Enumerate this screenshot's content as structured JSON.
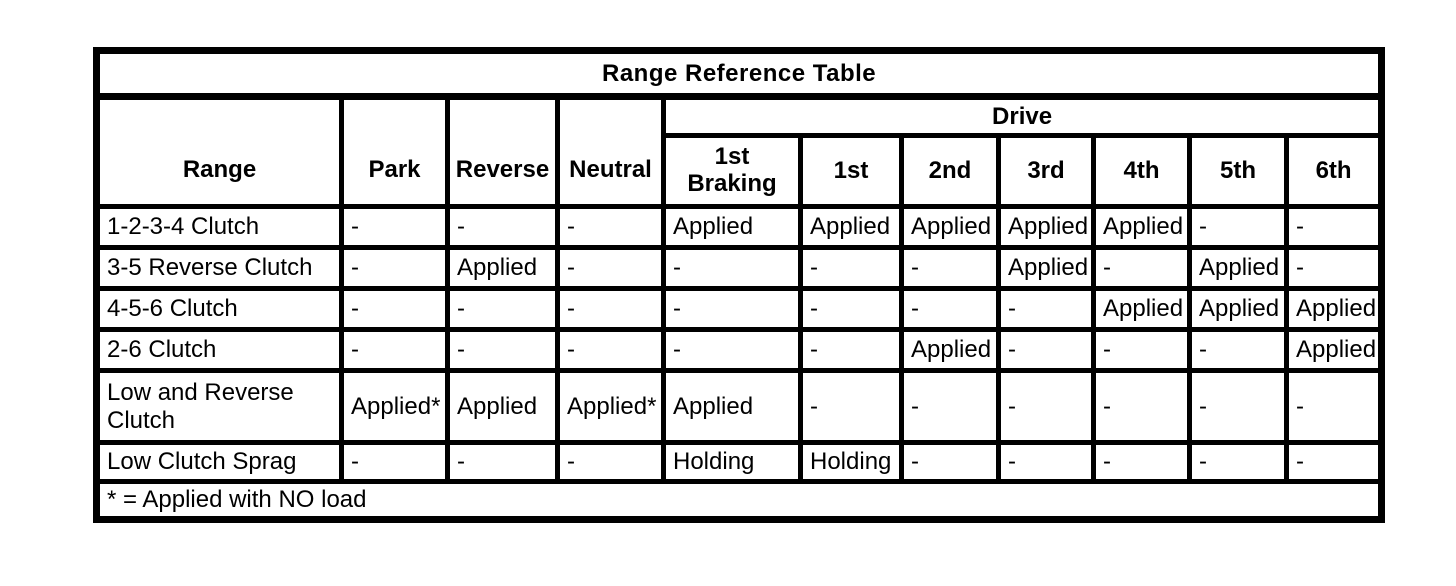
{
  "table": {
    "title": "Range Reference Table",
    "drive_header": "Drive",
    "col_headers": [
      "Range",
      "Park",
      "Reverse",
      "Neutral"
    ],
    "drive_sub_headers": [
      "1st Braking",
      "1st",
      "2nd",
      "3rd",
      "4th",
      "5th",
      "6th"
    ],
    "rows": [
      {
        "label": "1-2-3-4 Clutch",
        "values": [
          "-",
          "-",
          "-",
          "Applied",
          "Applied",
          "Applied",
          "Applied",
          "Applied",
          "-",
          "-"
        ]
      },
      {
        "label": "3-5 Reverse Clutch",
        "values": [
          "-",
          "Applied",
          "-",
          "-",
          "-",
          "-",
          "Applied",
          "-",
          "Applied",
          "-"
        ]
      },
      {
        "label": "4-5-6 Clutch",
        "values": [
          "-",
          "-",
          "-",
          "-",
          "-",
          "-",
          "-",
          "Applied",
          "Applied",
          "Applied"
        ]
      },
      {
        "label": "2-6 Clutch",
        "values": [
          "-",
          "-",
          "-",
          "-",
          "-",
          "Applied",
          "-",
          "-",
          "-",
          "Applied"
        ]
      },
      {
        "label": "Low and Reverse Clutch",
        "values": [
          "Applied*",
          "Applied",
          "Applied*",
          "Applied",
          "-",
          "-",
          "-",
          "-",
          "-",
          "-"
        ]
      },
      {
        "label": "Low Clutch Sprag",
        "values": [
          "-",
          "-",
          "-",
          "Holding",
          "Holding",
          "-",
          "-",
          "-",
          "-",
          "-"
        ]
      }
    ],
    "footnote": "* = Applied with NO load",
    "colors": {
      "border": "#000000",
      "background": "#ffffff",
      "text": "#000000"
    }
  }
}
